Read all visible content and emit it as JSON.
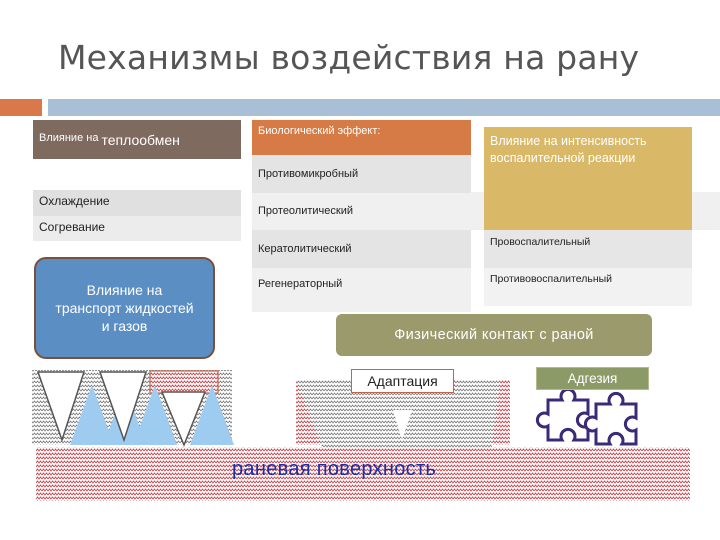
{
  "title": "Механизмы воздействия на рану",
  "thermal": {
    "header_small": "Влияние на",
    "header_big": "теплообмен",
    "items": [
      "Охлаждение",
      "Согревание"
    ]
  },
  "bio": {
    "header": "Биологический эффект:",
    "items": [
      "Противомикробный",
      "Протеолитический",
      "Кератолитический",
      "Регенераторный"
    ]
  },
  "inflammation": {
    "header": "Влияние на интенсивность воспалительной реакции",
    "items": [
      "Провоспалительный",
      "Противовоспалительный"
    ]
  },
  "transport": "Влияние на транспорт жидкостей и газов",
  "contact": "Физический контакт с раной",
  "adaptation": "Адаптация",
  "adhesion": "Адгезия",
  "wound_surface": "раневая поверхность",
  "colors": {
    "orange": "#d67b45",
    "brown": "#7f6a60",
    "gold": "#d9b867",
    "blue": "#5b8fc4",
    "olive": "#9a9a6c",
    "wound_red": "#c9474f",
    "puzzle": "#3a2a78"
  }
}
